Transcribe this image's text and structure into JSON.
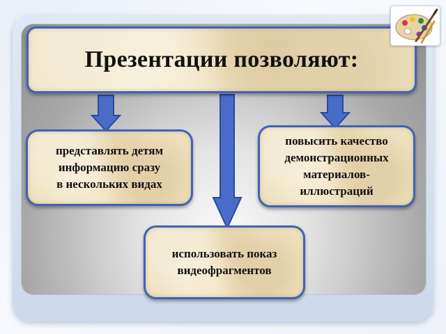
{
  "title": "Презентации позволяют:",
  "nodes": {
    "left": "представлять детям\nинформацию сразу\nв нескольких видах",
    "right": "повысить качество\nдемонстрационных\nматериалов-\nиллюстраций",
    "bottom": "использовать показ\nвидеофрагментов"
  },
  "colors": {
    "arrow_fill": "#4a6cc9",
    "arrow_stroke": "#2c4a9a",
    "box_border": "#3f63b8",
    "box_fill": "#eee0bd"
  },
  "icons": {
    "corner": "paint-palette-icon"
  }
}
